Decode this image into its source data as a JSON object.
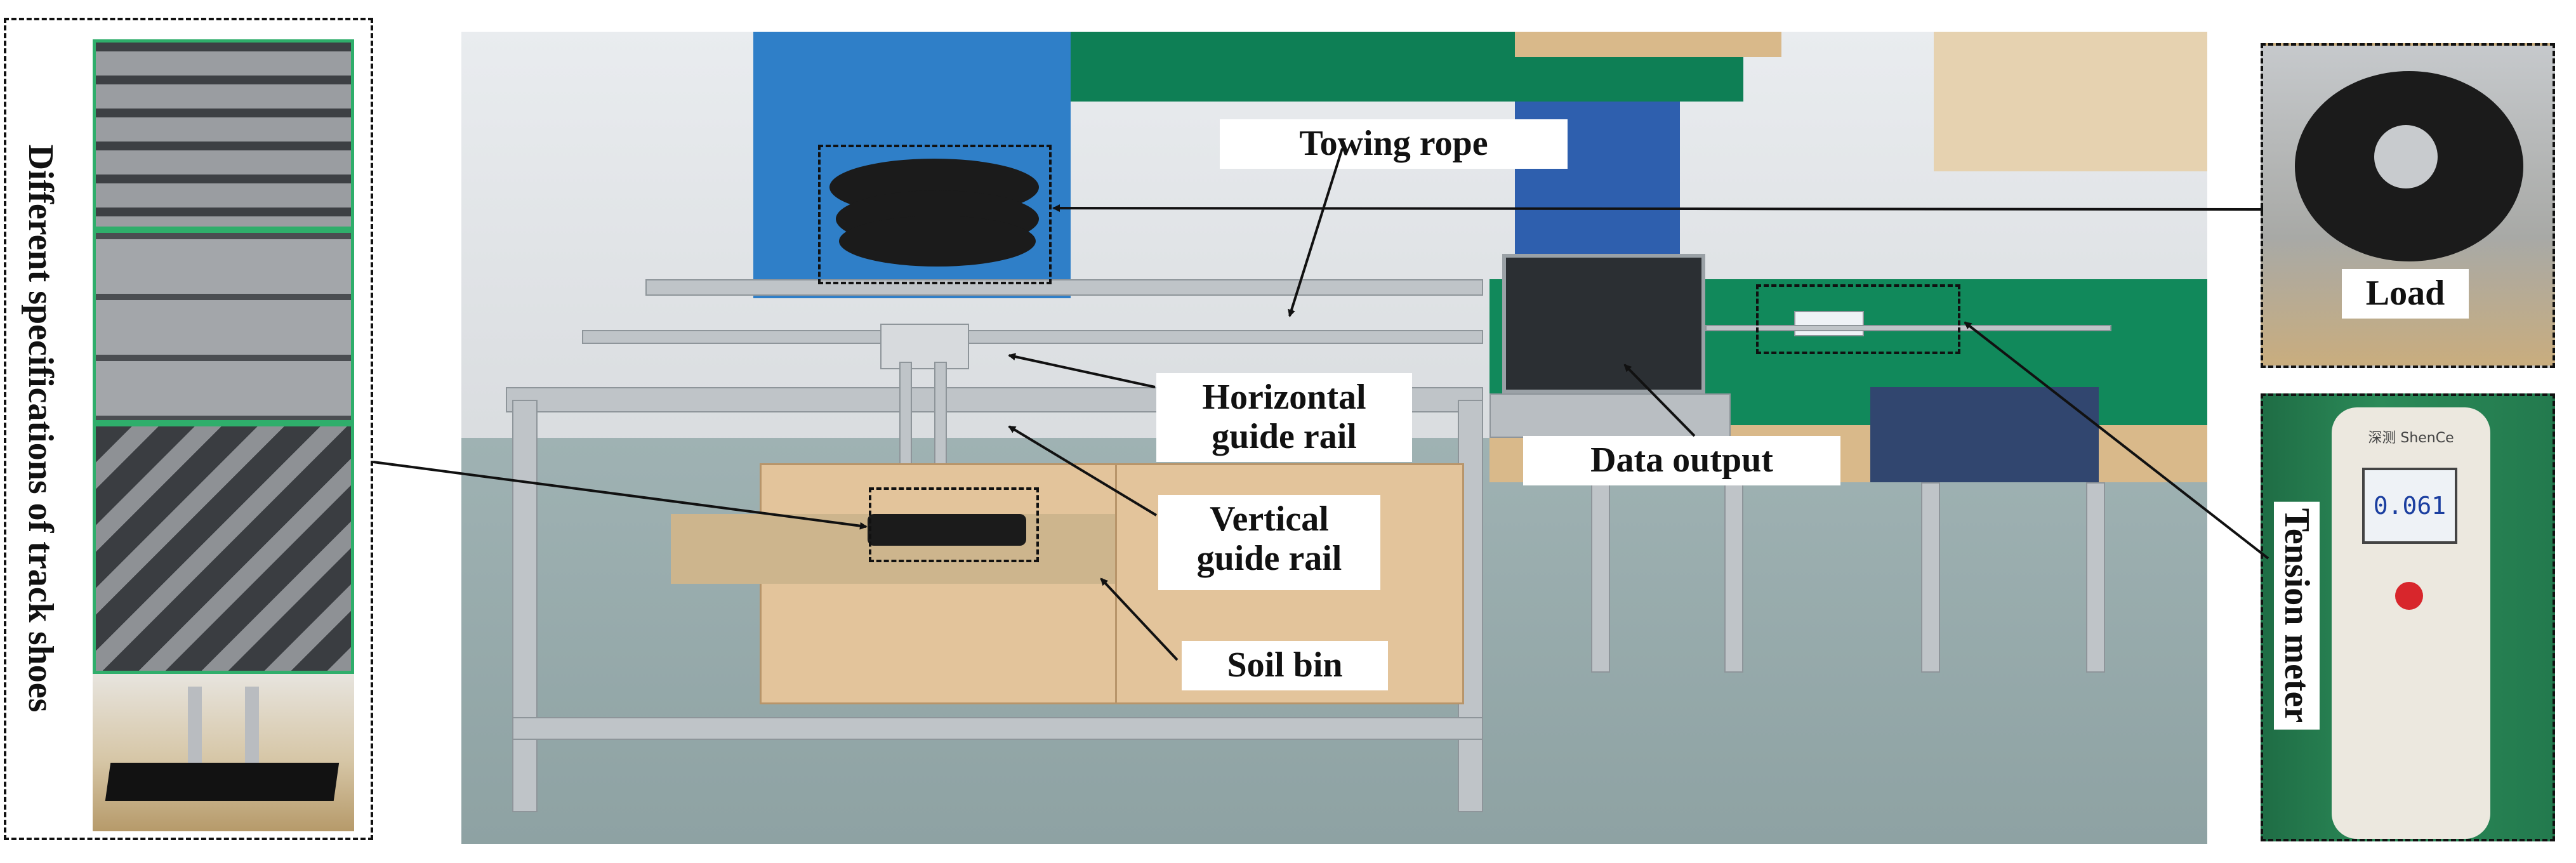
{
  "labels": {
    "towing_rope": "Towing rope",
    "horizontal_guide_rail": "Horizontal guide rail",
    "vertical_guide_rail": "Vertical guide rail",
    "soil_bin": "Soil bin",
    "data_output": "Data output",
    "load": "Load",
    "tension_meter": "Tension meter",
    "track_shoes": "Different specifications of track shoes"
  },
  "gauge": {
    "brand": "深测 ShenCe",
    "reading": "0.061"
  },
  "colors": {
    "panel_border": "#2fae6b",
    "cabinet": "#2f7fc8",
    "bench": "#0e7f55",
    "label_bg": "#ffffff",
    "text": "#111111"
  }
}
